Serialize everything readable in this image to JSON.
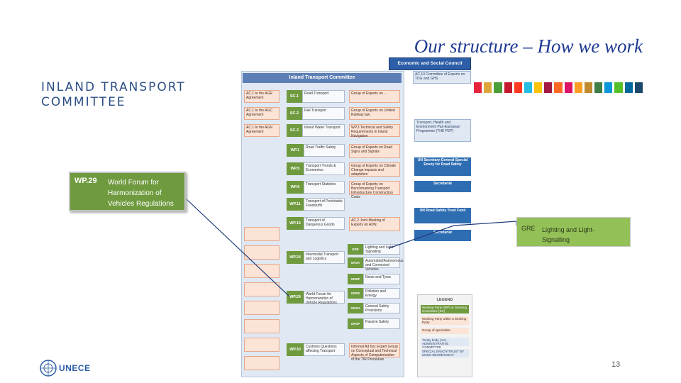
{
  "slide": {
    "title": "Our structure – How we work",
    "side_title_line1": "INLAND TRANSPORT",
    "side_title_line2": "COMMITTEE",
    "page_number": "13",
    "logo_text": "UNECE"
  },
  "color_bar": [
    "#e5243b",
    "#dda63a",
    "#4c9f38",
    "#c5192d",
    "#ff3a21",
    "#26bde2",
    "#fcc30b",
    "#a21942",
    "#fd6925",
    "#dd1367",
    "#fd9d24",
    "#bf8b2e",
    "#3f7e44",
    "#0a97d9",
    "#56c02b",
    "#00689d",
    "#19486a"
  ],
  "callouts": {
    "wp29": {
      "code": "WP.29",
      "line1": "World Forum for",
      "line2": "Harmonization of",
      "line3": "Vehicles Regulations"
    },
    "gre": {
      "code": "GRE",
      "line1": "Lighting and Light-",
      "line2": "Signalling"
    }
  },
  "chart": {
    "header": "Inland Transport Committee",
    "esc": "Economic and Social Council",
    "top_right": "AC.10 Committee of Experts on TDG and GHS",
    "sc_rows": [
      {
        "agr": "AC.1 to the AGR Agreement",
        "code": "SC.1",
        "name": "Road Transport",
        "grp": "Group of Experts on ..."
      },
      {
        "agr": "AC.1 to the AGC Agreement",
        "code": "SC.2",
        "name": "Rail Transport",
        "grp": "Group of Experts on Unified Railway law"
      },
      {
        "agr": "AC.1 to the AGN Agreement",
        "code": "SC.3",
        "name": "Inland Water Transport",
        "grp": "WP.3 Technical and Safety Requirements in Inland Navigation"
      }
    ],
    "wp_rows": [
      {
        "code": "WP.1",
        "name": "Road Traffic Safety",
        "grp": "Group of Experts on Road Signs and Signals"
      },
      {
        "code": "WP.5",
        "name": "Transport Trends & Economics",
        "grp": "Group of Experts on Climate Change impacts and adaptation"
      },
      {
        "code": "WP.6",
        "name": "Transport Statistics",
        "grp": "Group of Experts on Benchmarking Transport Infrastructure Construction Costs"
      },
      {
        "code": "WP.11",
        "name": "Transport of Perishable Foodstuffs",
        "grp": ""
      },
      {
        "code": "WP.15",
        "name": "Transport of Dangerous Goods",
        "grp": "AC.2 Joint Meeting of Experts on ADN"
      },
      {
        "code": "WP.24",
        "name": "Intermodal Transport and Logistics",
        "grp": ""
      },
      {
        "code": "WP.29",
        "name": "World Forum for Harmonization of Vehicle Regulations",
        "grp": ""
      },
      {
        "code": "WP.30",
        "name": "Customs Questions affecting Transport",
        "grp": "Informal Ad hoc Expert Group on Conceptual and Technical Aspects of Computerization of the TIR Procedure"
      }
    ],
    "gr_rows": [
      {
        "code": "GRE",
        "name": "Lighting and Light Signalling"
      },
      {
        "code": "GRVA",
        "name": "Automated/Autonomous and Connected Vehicles"
      },
      {
        "code": "GRBP",
        "name": "Noise and Tyres"
      },
      {
        "code": "GRPE",
        "name": "Pollution and Energy"
      },
      {
        "code": "GRSG",
        "name": "General Safety Provisions"
      },
      {
        "code": "GRSP",
        "name": "Passive Safety"
      }
    ],
    "right_nodes": [
      {
        "label": "UN Secretary-General Special Envoy for Road Safety"
      },
      {
        "label": "Secretariat"
      },
      {
        "label": "UN Road Safety Trust Fund"
      },
      {
        "label": "Secretariat"
      },
      {
        "label": "Transport, Health and Environment Pan-European Programme (THE PEP)"
      }
    ],
    "legend_title": "LEGEND",
    "legend_items": [
      "Working Party (WP) or Steering Committee (SC)",
      "Working Party within a Working Party",
      "Group of specialists",
      "Treaty body (AC) - ADMINISTRATIVE COMMITTEE",
      "SPECIAL ENVOY/TRUST BY UNSG SECRETARIAT"
    ]
  }
}
